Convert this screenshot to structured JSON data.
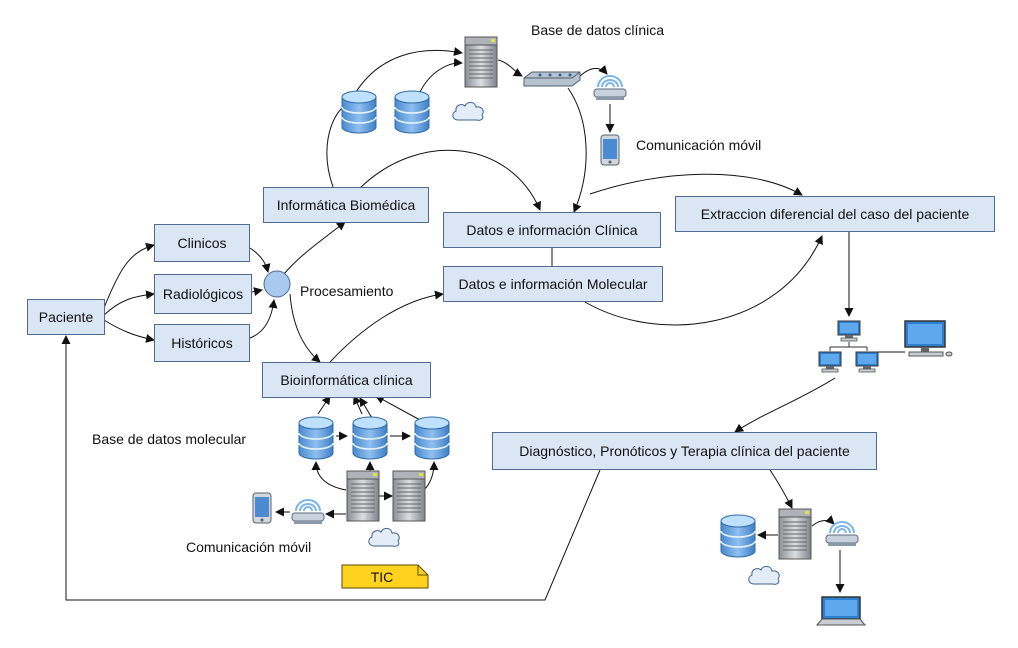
{
  "boxes": {
    "paciente": "Paciente",
    "clinicos": "Clinicos",
    "radiologicos": "Radiológicos",
    "historicos": "Históricos",
    "informatica_biomedica": "Informática Biomédica",
    "bioinformatica_clinica": "Bioinformática clínica",
    "datos_clinica": "Datos e información Clínica",
    "datos_molecular": "Datos e información Molecular",
    "extraccion": "Extraccion diferencial del caso del paciente",
    "diagnostico": "Diagnóstico, Pronóticos y Terapia clínica del paciente"
  },
  "labels": {
    "procesamiento": "Procesamiento",
    "base_clinica": "Base de datos clínica",
    "base_molecular": "Base de datos molecular",
    "com_movil_top": "Comunicación móvil",
    "com_movil_bottom": "Comunicación móvil"
  },
  "note": {
    "tic": "TIC"
  },
  "icons": {
    "database": "database-icon",
    "server": "server-icon",
    "cloud": "cloud-icon",
    "router": "router-icon",
    "wifi": "wifi-access-point-icon",
    "phone": "mobile-phone-icon",
    "network": "network-computers-icon",
    "monitor": "desktop-computer-icon",
    "laptop": "laptop-icon"
  },
  "colors": {
    "box_fill": "#dbe6f4",
    "box_border": "#4f6b8f",
    "db_fill": "#5b9bd5",
    "note_fill": "#ffd21f",
    "node_fill": "#a9c9ef"
  }
}
